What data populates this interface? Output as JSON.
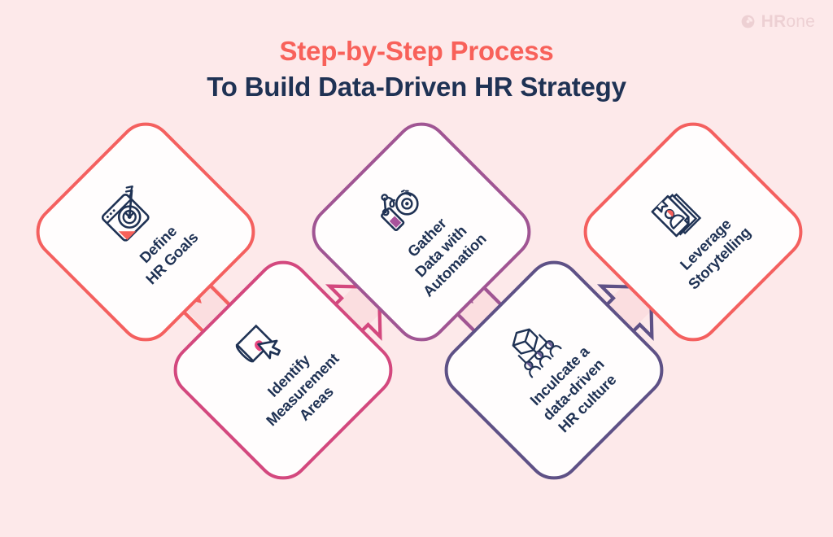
{
  "brand": {
    "logo_text_bold": "HR",
    "logo_text_light": "one",
    "logo_icon": "swirl-circle-icon",
    "logo_color": "#C99AA0"
  },
  "header": {
    "title_line_1": "Step-by-Step Process",
    "title_line_2": "To Build Data-Driven HR Strategy",
    "title_line_1_color": "#F8615A",
    "title_line_2_color": "#1F3254"
  },
  "theme": {
    "background": "#FDE9EA",
    "card_fill": "#FFFDFD",
    "band": "#FBDEE0",
    "text_dark": "#1F3254"
  },
  "steps": [
    {
      "index": 1,
      "label": "Define\nHR Goals",
      "icon": "browser-target-icon",
      "border_color": "#F4605F",
      "accent_color": "#F8615A"
    },
    {
      "index": 2,
      "label": "Identify\nMeasurement\nAreas",
      "icon": "document-cursor-icon",
      "border_color": "#D3487E",
      "accent_color": "#E8467F"
    },
    {
      "index": 3,
      "label": "Gather\nData with\nAutomation",
      "icon": "robotic-arm-gear-icon",
      "border_color": "#A05593",
      "accent_color": "#A8539C"
    },
    {
      "index": 4,
      "label": "Inculcate a\ndata-driven\nHR culture",
      "icon": "cube-team-icon",
      "border_color": "#5E5186",
      "accent_color": "#6B5C95"
    },
    {
      "index": 5,
      "label": "Leverage\nStorytelling",
      "icon": "profile-pages-icon",
      "border_color": "#F4605F",
      "accent_color": "#F8615A"
    }
  ],
  "connectors": [
    {
      "from": 1,
      "to": 2,
      "direction": "down-right",
      "color": "#F4605F"
    },
    {
      "from": 2,
      "to": 3,
      "direction": "up-right",
      "color": "#D3487E"
    },
    {
      "from": 3,
      "to": 4,
      "direction": "down-right",
      "color": "#A05593"
    },
    {
      "from": 4,
      "to": 5,
      "direction": "up-right",
      "color": "#5E5186"
    }
  ]
}
